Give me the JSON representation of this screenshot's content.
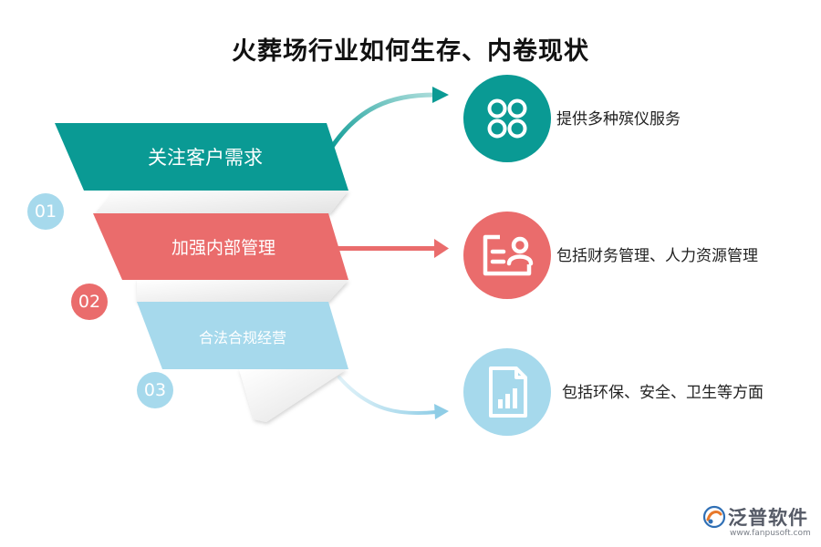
{
  "title": "火葬场行业如何生存、内卷现状",
  "colors": {
    "teal": "#0a9a94",
    "red": "#ea6c6c",
    "blue": "#a6d9ec"
  },
  "items": [
    {
      "num": "01",
      "band": "关注客户需求",
      "desc": "提供多种殡仪服务",
      "icon": "four-circles-icon"
    },
    {
      "num": "02",
      "band": "加强内部管理",
      "desc": "包括财务管理、人力资源管理",
      "icon": "id-card-icon"
    },
    {
      "num": "03",
      "band": "合法合规经营",
      "desc": "包括环保、安全、卫生等方面",
      "icon": "document-chart-icon"
    }
  ],
  "brand": {
    "name": "泛普软件",
    "url": "www.fanpusoft.com",
    "icon": "brand-logo-icon"
  }
}
